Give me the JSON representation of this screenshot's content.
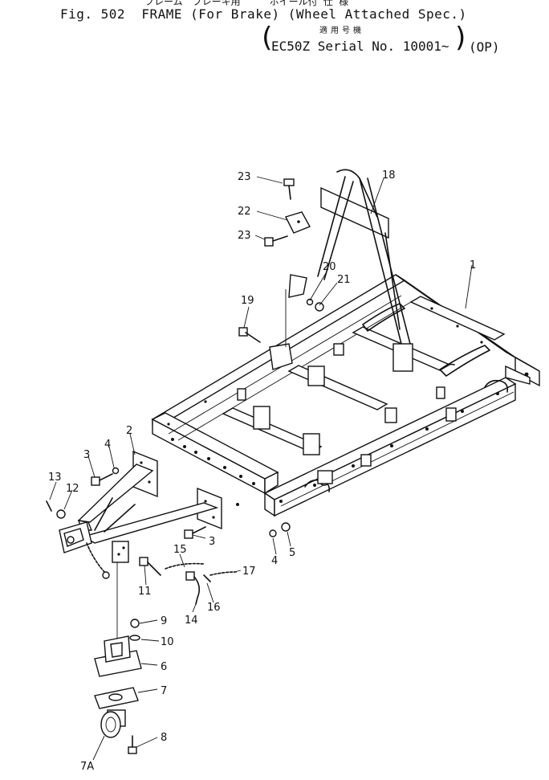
{
  "header": {
    "japanese_line": "フレーム　ブレーキ用　　　ホイール付 仕 様",
    "title": "Fig. 502  FRAME (For Brake) (Wheel Attached Spec.)",
    "japanese_applicable": "適用号機",
    "serial_range": "EC50Z Serial No. 10001~",
    "option": "(OP)",
    "paren_left": "(",
    "paren_right": ")"
  },
  "callouts": {
    "c1": "1",
    "c2": "2",
    "c3a": "3",
    "c3b": "3",
    "c4a": "4",
    "c4b": "4",
    "c5": "5",
    "c6": "6",
    "c7": "7",
    "c7a": "7A",
    "c8": "8",
    "c9": "9",
    "c10": "10",
    "c11": "11",
    "c12": "12",
    "c13": "13",
    "c14": "14",
    "c15": "15",
    "c16": "16",
    "c17": "17",
    "c18": "18",
    "c19": "19",
    "c20": "20",
    "c21": "21",
    "c22": "22",
    "c23a": "23",
    "c23b": "23"
  }
}
